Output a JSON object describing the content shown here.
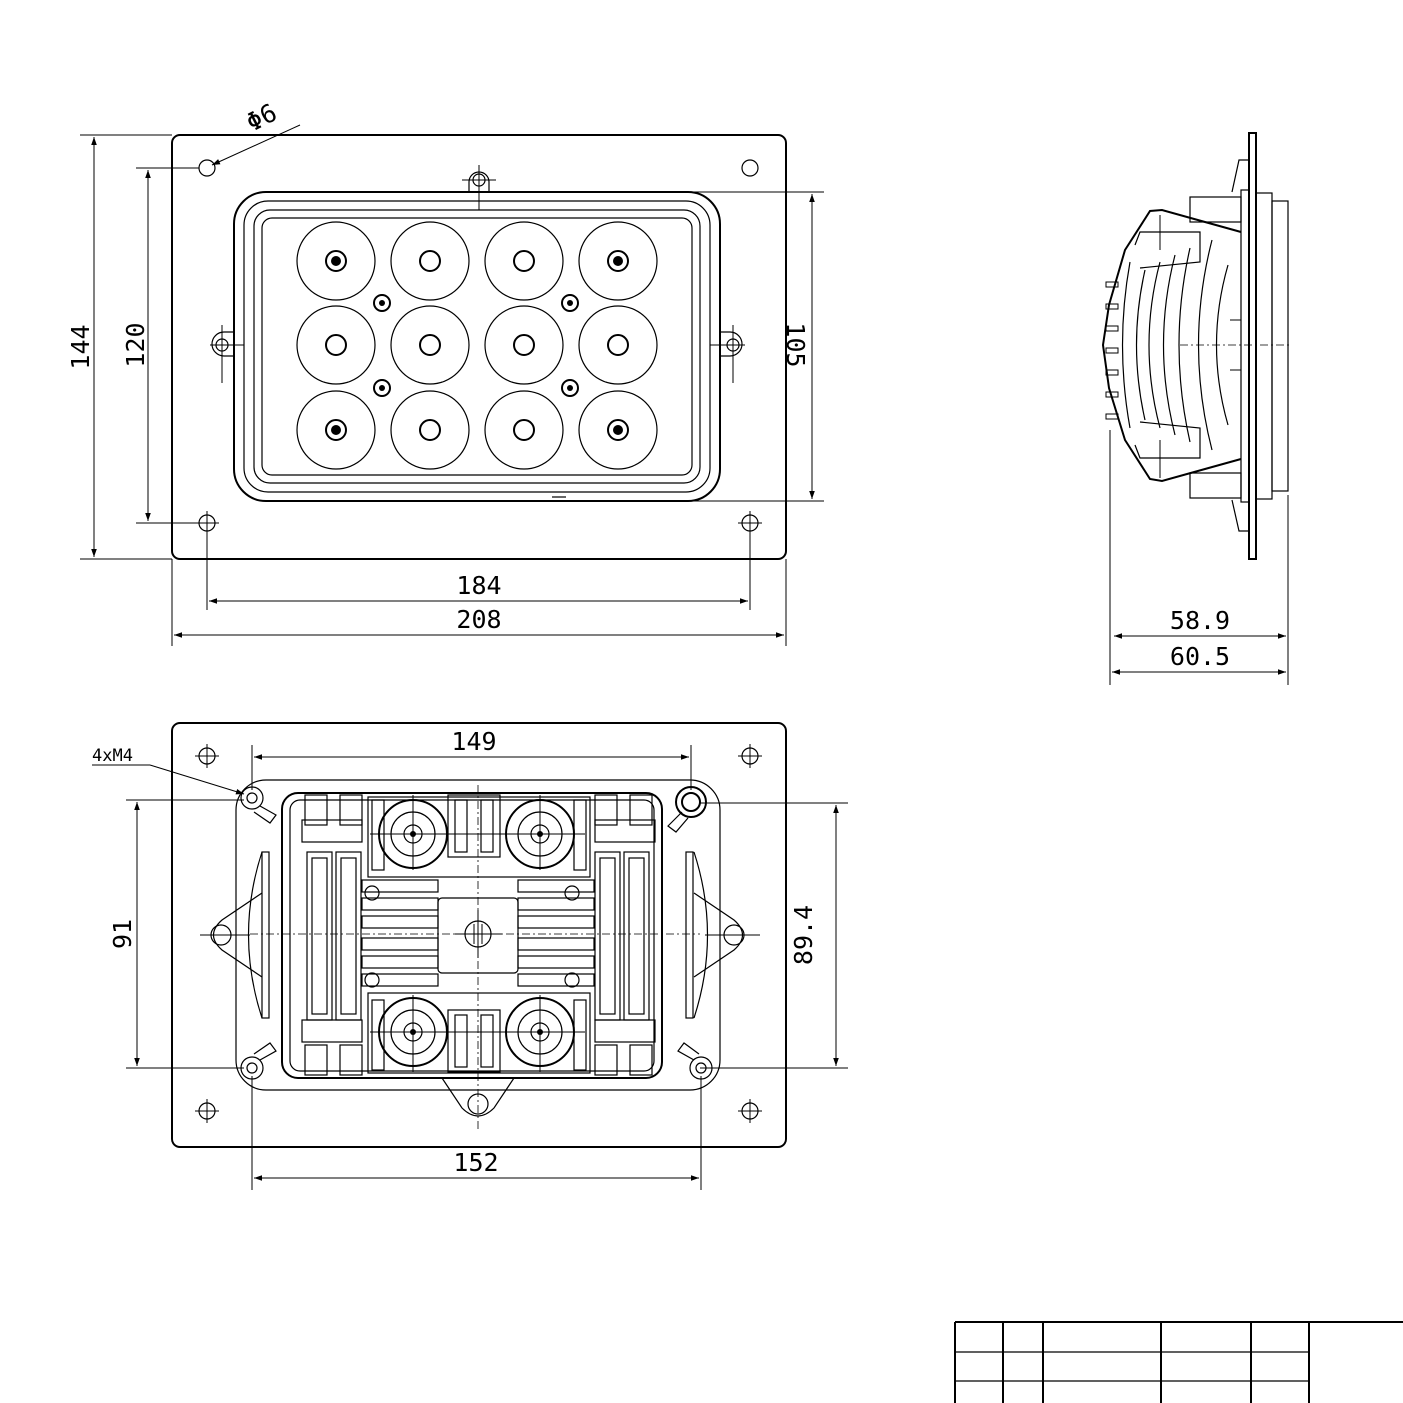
{
  "dimensions": {
    "front": {
      "hole_diameter": "Φ6",
      "hole_span_x": "184",
      "overall_width": "208",
      "overall_height": "144",
      "hole_span_y": "120",
      "cutout_height": "105"
    },
    "side": {
      "body_depth": "58.9",
      "overall_depth": "60.5"
    },
    "rear": {
      "thread_note": "4xM4",
      "stud_span_x": "149",
      "stud_span_x_bottom": "152",
      "stud_span_y": "91",
      "body_height": "89.4"
    }
  }
}
